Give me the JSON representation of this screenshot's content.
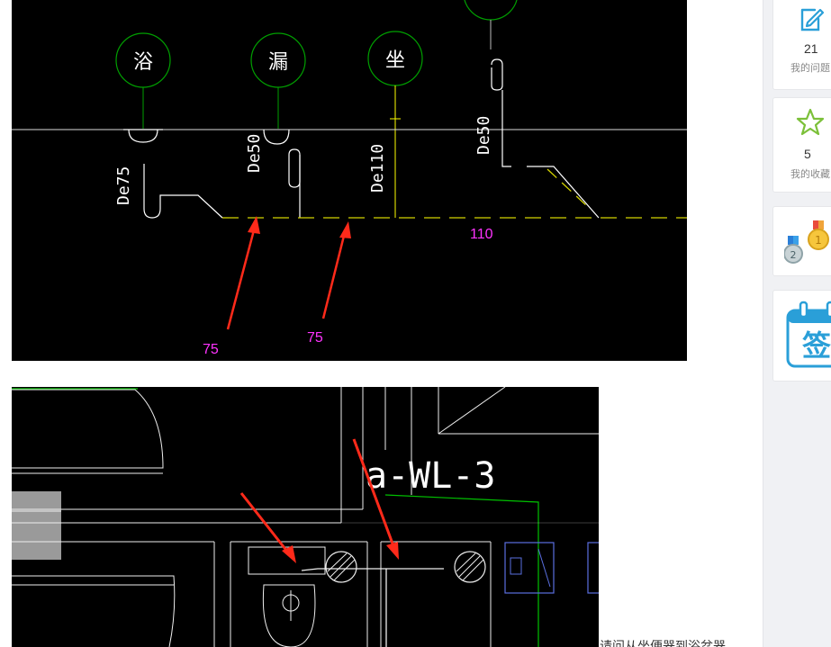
{
  "drawing_top": {
    "fixture_labels": [
      "浴",
      "漏",
      "坐"
    ],
    "pipe_labels": [
      "De75",
      "De50",
      "De110",
      "De50"
    ],
    "size_annotations": [
      "75",
      "75",
      "110"
    ]
  },
  "drawing_bottom": {
    "pipe_tag": "a-WL-3"
  },
  "caption": {
    "text": "请问从坐便器到浴盆器"
  },
  "sidebar": {
    "my_questions": {
      "count": "21",
      "label": "我的问题"
    },
    "my_favorites": {
      "count": "5",
      "label": "我的收藏"
    },
    "checkin": {
      "label": "签"
    }
  },
  "colors": {
    "cad_background": "#000000",
    "fixture_circle": "#00a000",
    "pipe_line": "#ffffff",
    "dashed_pipe": "#d4d400",
    "annotation": "#ff33ff",
    "arrow": "#ff2a1a",
    "checkin_blue": "#2a9fd8",
    "favorite_green": "#7cc03a"
  }
}
